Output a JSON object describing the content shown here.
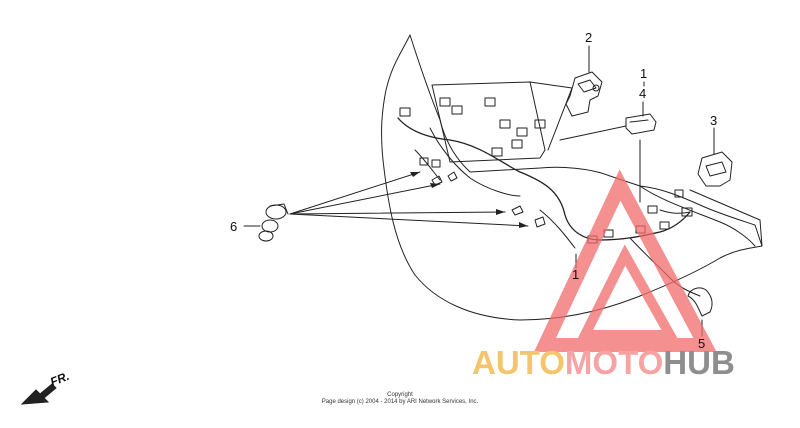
{
  "callouts": [
    {
      "id": "1-top",
      "label": "1"
    },
    {
      "id": "1-bottom",
      "label": "1"
    },
    {
      "id": "2",
      "label": "2"
    },
    {
      "id": "3",
      "label": "3"
    },
    {
      "id": "4",
      "label": "4"
    },
    {
      "id": "5",
      "label": "5"
    },
    {
      "id": "6",
      "label": "6"
    }
  ],
  "front_indicator": {
    "label": "FR.",
    "icon": "arrow-front-icon"
  },
  "copyright": {
    "line1": "Copyright",
    "line2": "Page design (c) 2004 - 2014 by ARI Network Services, Inc."
  },
  "watermark": {
    "part1": "AUTO",
    "part2": "MOTO",
    "part3": "HUB",
    "colors": {
      "part1": "#f4c56c",
      "part2": "#f7a3a3",
      "part3": "#8e8e8e",
      "logo": "#f26b6b"
    }
  }
}
